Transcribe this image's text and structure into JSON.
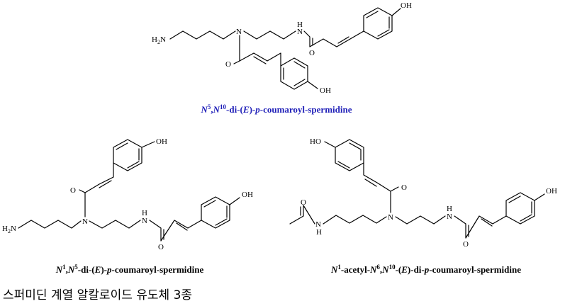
{
  "compounds": [
    {
      "name_parts": [
        {
          "t": "N",
          "i": true
        },
        {
          "t": "5",
          "sup": true
        },
        {
          "t": ","
        },
        {
          "t": "N",
          "i": true
        },
        {
          "t": "10",
          "sup": true
        },
        {
          "t": "-di-("
        },
        {
          "t": "E",
          "i": true
        },
        {
          "t": ")-"
        },
        {
          "t": "p",
          "i": true
        },
        {
          "t": "-coumaroyl-spermidine"
        }
      ],
      "name_color": "#1f1fb8",
      "atom_labels": [
        "H2N",
        "N",
        "N",
        "H",
        "O",
        "O",
        "OH",
        "OH"
      ]
    },
    {
      "name_parts": [
        {
          "t": "N",
          "i": true
        },
        {
          "t": "1",
          "sup": true
        },
        {
          "t": ","
        },
        {
          "t": "N",
          "i": true
        },
        {
          "t": "5",
          "sup": true
        },
        {
          "t": "-di-("
        },
        {
          "t": "E",
          "i": true
        },
        {
          "t": ")-"
        },
        {
          "t": "p",
          "i": true
        },
        {
          "t": "-coumaroyl-spermidine"
        }
      ],
      "name_color": "#000000",
      "atom_labels": [
        "H2N",
        "N",
        "N",
        "H",
        "O",
        "O",
        "OH",
        "OH"
      ]
    },
    {
      "name_parts": [
        {
          "t": "N",
          "i": true
        },
        {
          "t": "1",
          "sup": true
        },
        {
          "t": "-acetyl-"
        },
        {
          "t": "N",
          "i": true
        },
        {
          "t": "6",
          "sup": true
        },
        {
          "t": ","
        },
        {
          "t": "N",
          "i": true
        },
        {
          "t": "10",
          "sup": true
        },
        {
          "t": "-("
        },
        {
          "t": "E",
          "i": true
        },
        {
          "t": ")-di-"
        },
        {
          "t": "p",
          "i": true
        },
        {
          "t": "-coumaroyl-spermidine"
        }
      ],
      "name_color": "#000000",
      "atom_labels": [
        "O",
        "N",
        "H",
        "N",
        "N",
        "H",
        "O",
        "O",
        "OH",
        "HO"
      ]
    }
  ],
  "caption": "스퍼미딘 계열 알칼로이드 유도체 3종"
}
